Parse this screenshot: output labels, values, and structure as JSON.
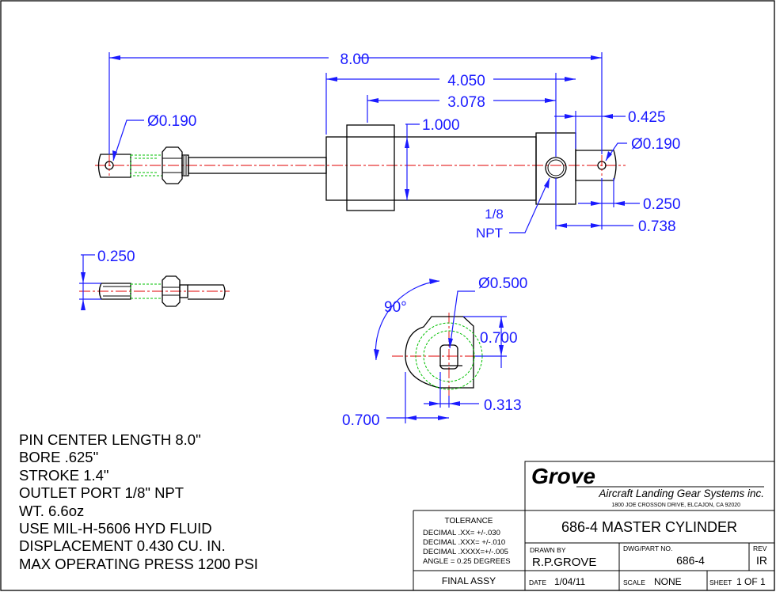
{
  "dimensions": {
    "overall_length": "8.00",
    "length_4050": "4.050",
    "length_3078": "3.078",
    "dia_rod_pin": "Ø0.190",
    "dia_body": "1.000",
    "end_0425": "0.425",
    "dia_end_pin": "Ø0.190",
    "end_0250": "0.250",
    "end_0738": "0.738",
    "port_label_line1": "1/8",
    "port_label_line2": "NPT",
    "clevis_width": "0.250",
    "end_view_angle": "90°",
    "end_view_dia": "Ø0.500",
    "end_view_height": "0.700",
    "end_view_width": "0.700",
    "end_view_offset": "0.313"
  },
  "notes": [
    "PIN CENTER LENGTH 8.0\"",
    "BORE .625\"",
    "STROKE 1.4\"",
    "OUTLET PORT 1/8\" NPT",
    "WT. 6.6oz",
    "USE MIL-H-5606 HYD FLUID",
    "DISPLACEMENT 0.430 CU. IN.",
    "MAX OPERATING PRESS 1200 PSI"
  ],
  "title_block": {
    "company": "Grove",
    "company_full": "Aircraft Landing Gear Systems inc.",
    "address": "1800 JOE CROSSON DRIVE, ELCAJON, CA 92020",
    "tolerance_header": "TOLERANCE",
    "tolerance_lines": [
      "DECIMAL  .XX=  +/-.030",
      "DECIMAL  .XXX= +/-.010",
      "DECIMAL  .XXXX=+/-.005",
      "ANGLE = 0.25 DEGREES"
    ],
    "drawing_title": "686-4 MASTER CYLINDER",
    "drawn_by_label": "DRAWN  BY",
    "drawn_by": "R.P.GROVE",
    "part_no_label": "DWG/PART  NO.",
    "part_no": "686-4",
    "rev_label": "REV",
    "rev": "IR",
    "assy_label": "FINAL ASSY",
    "date_label": "DATE",
    "date": "1/04/11",
    "scale_label": "SCALE",
    "scale": "NONE",
    "sheet_label": "SHEET",
    "sheet": "1 OF 1"
  }
}
